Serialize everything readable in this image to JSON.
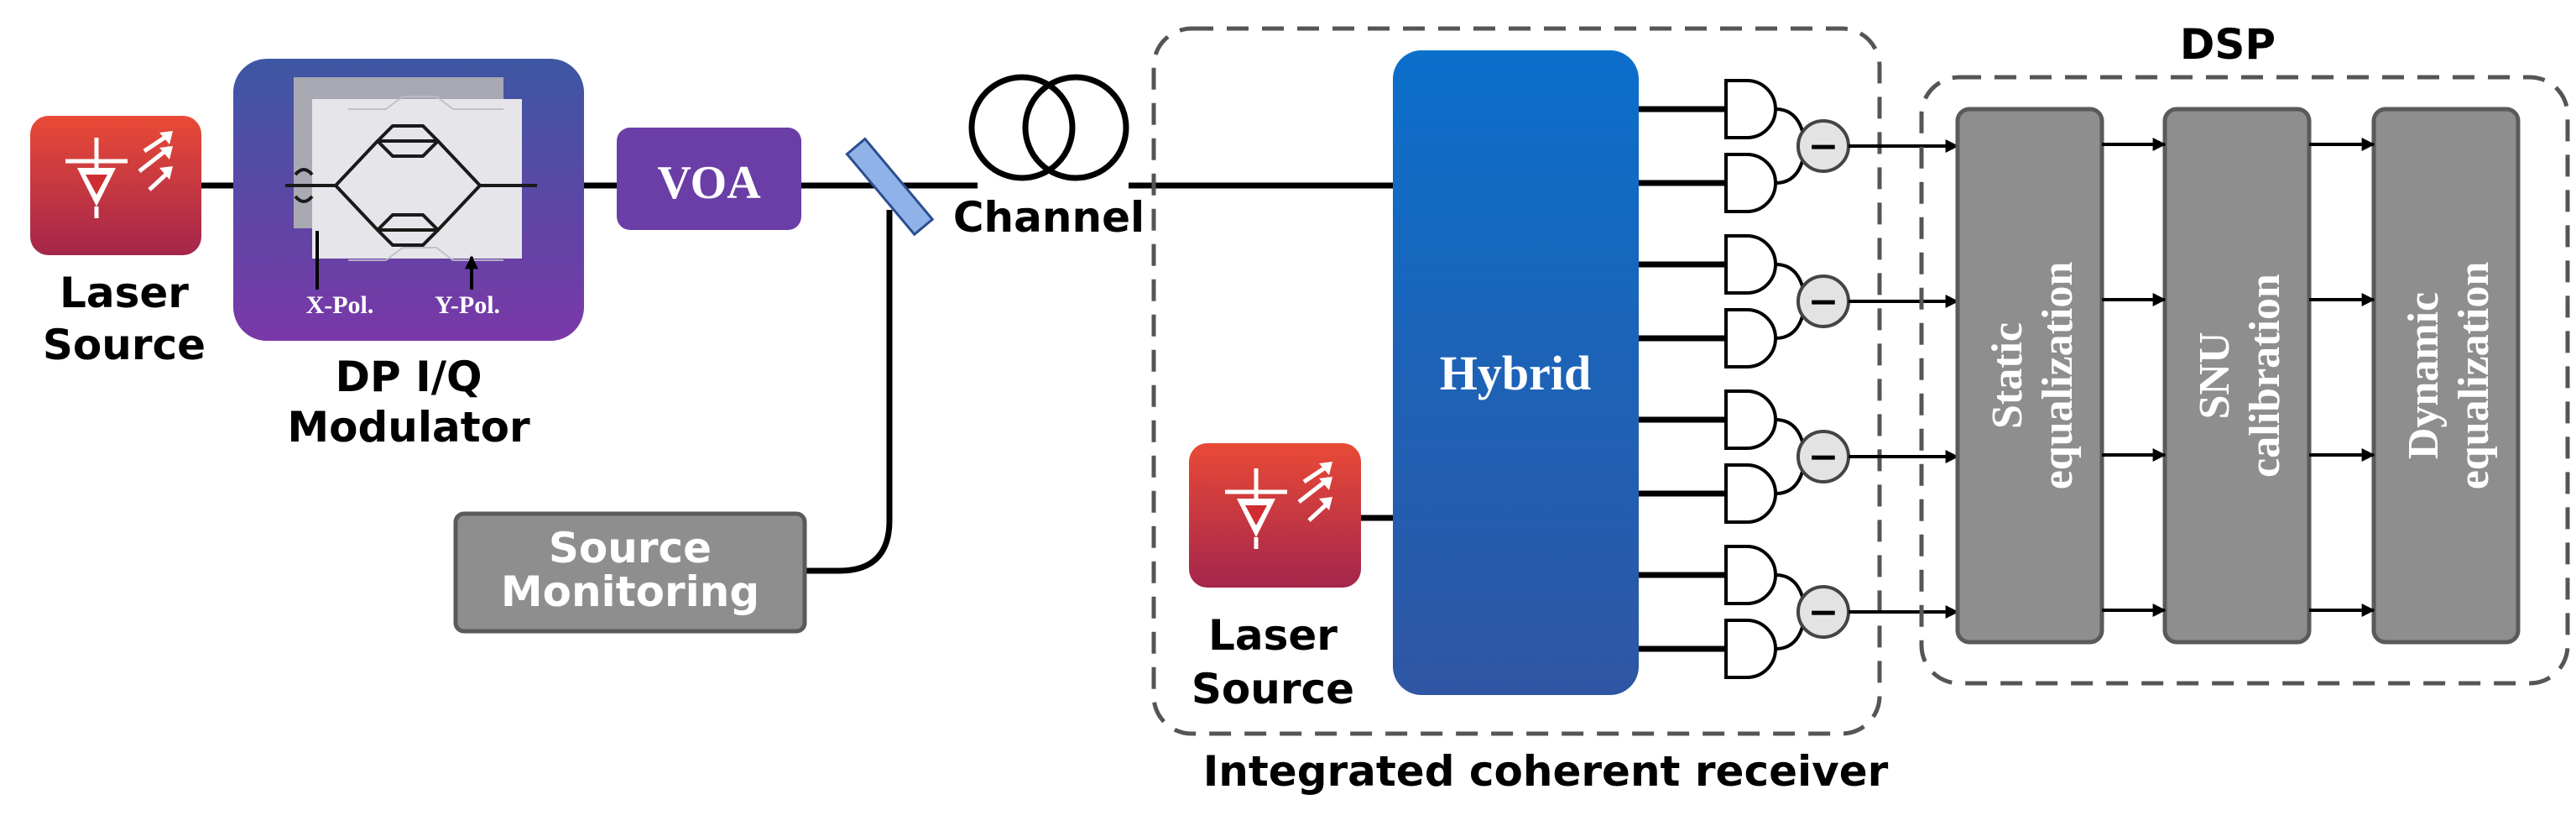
{
  "colors": {
    "laser_top": "#e94a36",
    "laser_bottom": "#a4264b",
    "modulator_top": "#3d57a3",
    "modulator_bottom": "#7a38a8",
    "voa": "#6a3ea6",
    "hybrid_top": "#0b6fcb",
    "hybrid_bottom": "#2f56a3",
    "gray_block": "#8e8e8e",
    "gray_block_border": "#5a5a5a",
    "dashed": "#555555"
  },
  "icons": {
    "laser": "laser-diode-icon",
    "interferometer": "mach-zehnder-icon",
    "fiber": "fiber-coil-icon",
    "beam_splitter": "beam-splitter-icon",
    "photodiode": "balanced-photodetector-icon"
  },
  "transmitter": {
    "laser_label_line1": "Laser",
    "laser_label_line2": "Source",
    "modulator_label_line1": "DP I/Q",
    "modulator_label_line2": "Modulator",
    "xpol": "X-Pol.",
    "ypol": "Y-Pol.",
    "voa": "VOA",
    "monitor_line1": "Source",
    "monitor_line2": "Monitoring"
  },
  "channel": {
    "label": "Channel"
  },
  "receiver": {
    "title": "Integrated coherent receiver",
    "hybrid": "Hybrid",
    "laser_label_line1": "Laser",
    "laser_label_line2": "Source",
    "subtract_symbol": "−"
  },
  "dsp": {
    "title": "DSP",
    "stages": [
      {
        "line1": "Static",
        "line2": "equalization"
      },
      {
        "line1": "SNU",
        "line2": "calibration"
      },
      {
        "line1": "Dynamic",
        "line2": "equalization"
      }
    ]
  }
}
